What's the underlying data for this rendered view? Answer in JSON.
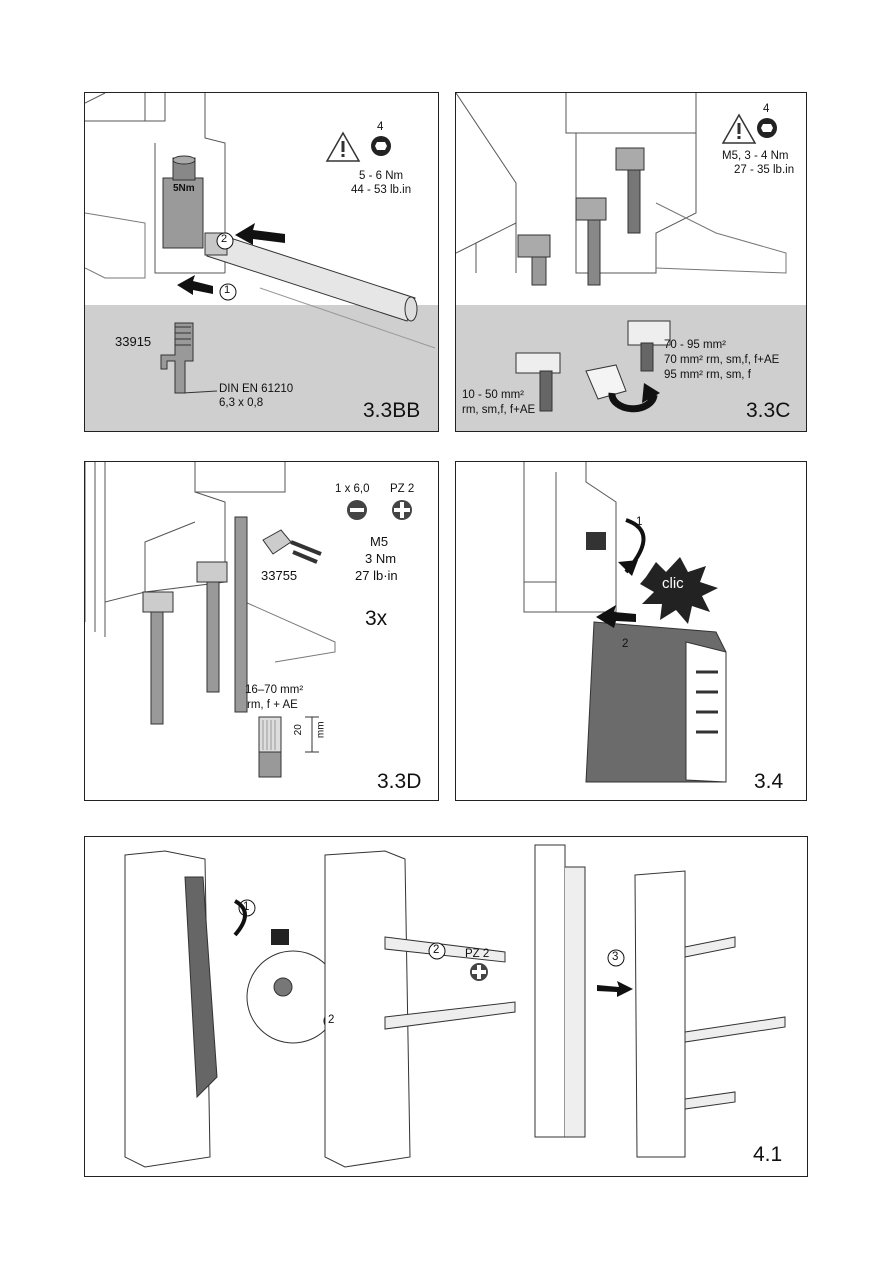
{
  "panels": {
    "p33bb": {
      "label": "3.3BB",
      "hex_size": "4",
      "torque_nm": "5 - 6 Nm",
      "torque_lbin": "44 - 53 lb.in",
      "step1": "1",
      "step2": "2",
      "part_no": "33915",
      "norm": "DIN EN 61210",
      "dims": "6,3 x 0,8",
      "bubble_text": "5Nm"
    },
    "p33c": {
      "label": "3.3C",
      "hex_size": "4",
      "torque_nm": "M5, 3 - 4 Nm",
      "torque_lbin": "27 - 35 lb.in",
      "large_range": "70 - 95 mm²",
      "large_line2": "70 mm² rm, sm,f, f+AE",
      "large_line3": "95 mm² rm, sm, f",
      "small_range": "10 - 50 mm²",
      "small_line2": "rm, sm,f, f+AE"
    },
    "p33d": {
      "label": "3.3D",
      "slot_tool": "1 x 6,0",
      "pz_tool": "PZ 2",
      "thread": "M5",
      "torque_nm": "3 Nm",
      "torque_lbin": "27 lb·in",
      "part_no": "33755",
      "count": "3x",
      "wire_range": "16–70 mm²",
      "wire_type": "rm, f + AE",
      "strip_len": "20",
      "strip_unit": "mm"
    },
    "p34": {
      "label": "3.4",
      "click_text": "clic",
      "step1": "1",
      "step2": "2"
    },
    "p41": {
      "label": "4.1",
      "step1": "1",
      "step2a": "2",
      "step2b": "2",
      "step3": "3",
      "pz_tool": "PZ 2"
    }
  }
}
